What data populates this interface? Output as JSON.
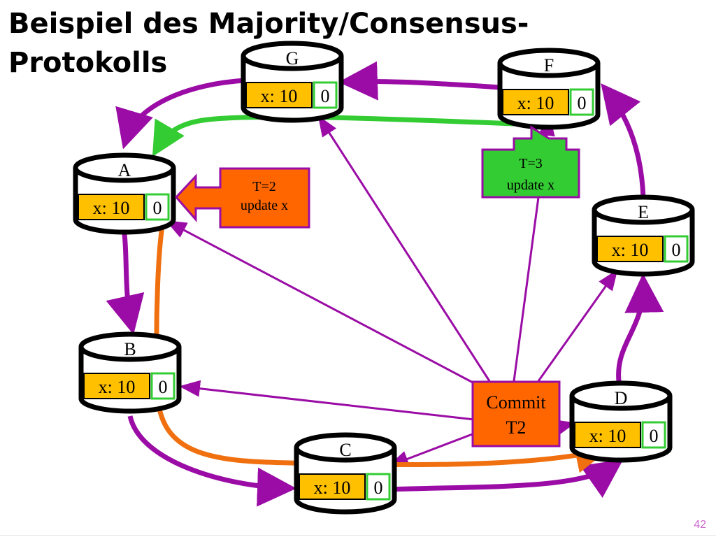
{
  "title": {
    "line1": "Beispiel des Majority/Consensus-",
    "line2": "Protokolls"
  },
  "page_number": "42",
  "colors": {
    "ring": "#9a0ca5",
    "update_T2": "#f07010",
    "update_T3": "#33cc33",
    "value_bg": "#ffc000",
    "counter_border": "#33cc33",
    "commit_border": "#9a0ca5",
    "label_bg_T2": "#ff6600",
    "label_bg_T3": "#33cc33"
  },
  "nodes": [
    {
      "id": "G",
      "label": "G",
      "value": "x: 10",
      "timestamp": "0"
    },
    {
      "id": "F",
      "label": "F",
      "value": "x: 10",
      "timestamp": "0"
    },
    {
      "id": "A",
      "label": "A",
      "value": "x: 10",
      "timestamp": "0"
    },
    {
      "id": "E",
      "label": "E",
      "value": "x: 10",
      "timestamp": "0"
    },
    {
      "id": "B",
      "label": "B",
      "value": "x: 10",
      "timestamp": "0"
    },
    {
      "id": "D",
      "label": "D",
      "value": "x: 10",
      "timestamp": "0"
    },
    {
      "id": "C",
      "label": "C",
      "value": "x: 10",
      "timestamp": "0"
    }
  ],
  "labels": {
    "t2": {
      "line1": "T=2",
      "line2": "update x"
    },
    "t3": {
      "line1": "T=3",
      "line2": "update x"
    },
    "commit": {
      "line1": "Commit",
      "line2": "T2"
    }
  },
  "ring_edges": [
    [
      "G",
      "A"
    ],
    [
      "A",
      "B"
    ],
    [
      "B",
      "C"
    ],
    [
      "C",
      "D"
    ],
    [
      "D",
      "E"
    ],
    [
      "E",
      "F"
    ],
    [
      "F",
      "G"
    ]
  ],
  "commit_targets": [
    "G",
    "F",
    "E",
    "A",
    "B",
    "C",
    "D"
  ]
}
